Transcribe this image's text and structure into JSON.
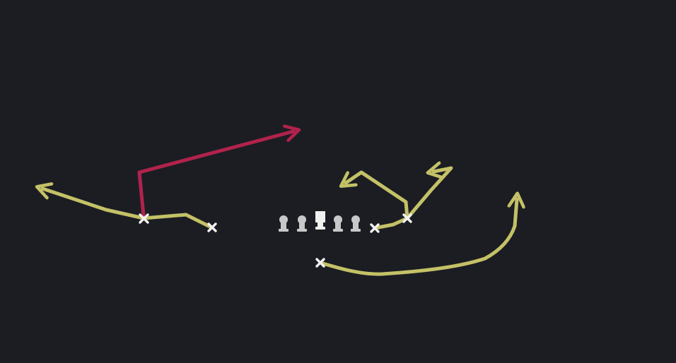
{
  "diagram": {
    "type": "football-play",
    "colors": {
      "background": "#1b1d23",
      "route_primary": "#c4c167",
      "route_highlight": "#b1224c",
      "player_mark": "#f2f2f2",
      "lineman": "#c8c8c8",
      "center": "#f0f0f0"
    },
    "offensive_line": {
      "linemen": 4,
      "center": 1
    },
    "receivers": [
      {
        "id": "left-inside-receiver",
        "route_color": "route_primary",
        "marker": "x"
      },
      {
        "id": "left-outside-receiver",
        "route_color": "route_primary",
        "marker": "x",
        "secondary_route_color": "route_highlight"
      },
      {
        "id": "right-tight-end",
        "route_color": "route_primary",
        "marker": "x"
      },
      {
        "id": "right-slot-receiver",
        "route_color": "route_primary",
        "marker": "x"
      },
      {
        "id": "running-back",
        "route_color": "route_primary",
        "marker": "x"
      }
    ]
  }
}
